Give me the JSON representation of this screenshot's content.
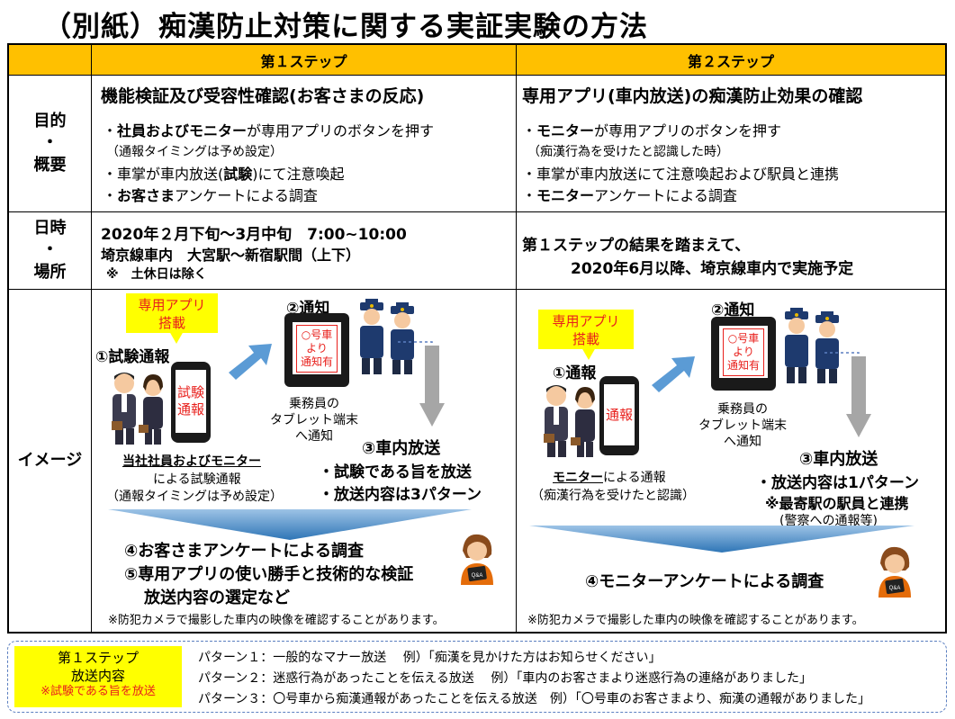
{
  "title": "（別紙）痴漢防止対策に関する実証実験の方法",
  "headers": {
    "step1": "第１ステップ",
    "step2": "第２ステップ"
  },
  "rowheads": {
    "purpose": [
      "目的",
      "・",
      "概要"
    ],
    "datetime": [
      "日時",
      "・",
      "場所"
    ],
    "image": "イメージ"
  },
  "step1": {
    "purpose_title": "機能検証及び受容性確認(お客さまの反応)",
    "b1_bold": "社員およびモニター",
    "b1_rest": "が専用アプリのボタンを押す",
    "b1_sub": "（通報タイミングは予め設定）",
    "b2_pre": "車掌が車内放送(",
    "b2_bold": "試験",
    "b2_post": ")にて注意喚起",
    "b3_bold": "お客さま",
    "b3_rest": "アンケートによる調査",
    "dt_line1": "2020年２月下旬～3月中旬　7:00~10:00",
    "dt_line2": "埼京線車内　大宮駅～新宿駅間（上下）",
    "dt_line3": "※　土休日は除く",
    "callout": [
      "専用アプリ",
      "搭載"
    ],
    "step_report": "①試験通報",
    "phone_screen": [
      "試験",
      "通報"
    ],
    "step_notify": "②通知",
    "tablet_screen": [
      "○号車",
      "より",
      "通知有"
    ],
    "crew_caption": [
      "乗務員の",
      "タブレット端末",
      "へ通知"
    ],
    "reporter_label": "当社社員およびモニター",
    "reporter_sub1": "による試験通報",
    "reporter_sub2": "（通報タイミングは予め設定）",
    "step_broadcast": "③車内放送",
    "broadcast1": "・試験である旨を放送",
    "broadcast2": "・放送内容は3パターン",
    "survey1": "④お客さまアンケートによる調査",
    "survey2": "⑤専用アプリの使い勝手と技術的な検証",
    "survey3": "放送内容の選定など",
    "camera_note": "※防犯カメラで撮影した車内の映像を確認することがあります。"
  },
  "step2": {
    "purpose_title": "専用アプリ(車内放送)の痴漢防止効果の確認",
    "b1_bold": "モニター",
    "b1_rest": "が専用アプリのボタンを押す",
    "b1_sub": "（痴漢行為を受けたと認識した時）",
    "b2": "車掌が車内放送にて注意喚起および駅員と連携",
    "b3_bold": "モニター",
    "b3_rest": "アンケートによる調査",
    "dt_line1": "第１ステップの結果を踏まえて、",
    "dt_line2": "2020年6月以降、埼京線車内で実施予定",
    "callout": [
      "専用アプリ",
      "搭載"
    ],
    "step_report": "①通報",
    "phone_screen": [
      "通報"
    ],
    "step_notify": "②通知",
    "tablet_screen": [
      "○号車",
      "より",
      "通知有"
    ],
    "crew_caption": [
      "乗務員の",
      "タブレット端末",
      "へ通知"
    ],
    "reporter_label": "モニター",
    "reporter_rest": "による通報",
    "reporter_sub": "（痴漢行為を受けたと認識）",
    "step_broadcast": "③車内放送",
    "broadcast1": "・放送内容は1パターン",
    "broadcast2": "※最寄駅の駅員と連携",
    "broadcast3": "(警察への通報等)",
    "survey1": "④モニターアンケートによる調査",
    "camera_note": "※防犯カメラで撮影した車内の映像を確認することがあります。"
  },
  "bottom": {
    "label": [
      "第１ステップ",
      "放送内容",
      "※試験である旨を放送"
    ],
    "p1": "パターン１：一般的なマナー放送　 例）「痴漢を見かけた方はお知らせください」",
    "p2": "パターン２：迷惑行為があったことを伝える放送　 例）「車内のお客さまより迷惑行為の連絡がありました」",
    "p3": "パターン３：〇号車から痴漢通報があったことを伝える放送　例）「〇号車のお客さまより、痴漢の通報がありました」"
  },
  "colors": {
    "header": "#ffc000",
    "highlight": "#ffff00",
    "red": "#e8201c",
    "arrow_blue": "#5b9bd5",
    "arrow_gray": "#a6a6a6"
  },
  "icons": [
    "phone-icon",
    "tablet-icon",
    "crew-icon",
    "passenger-icon",
    "operator-icon",
    "arrow-right-icon",
    "arrow-down-icon"
  ]
}
